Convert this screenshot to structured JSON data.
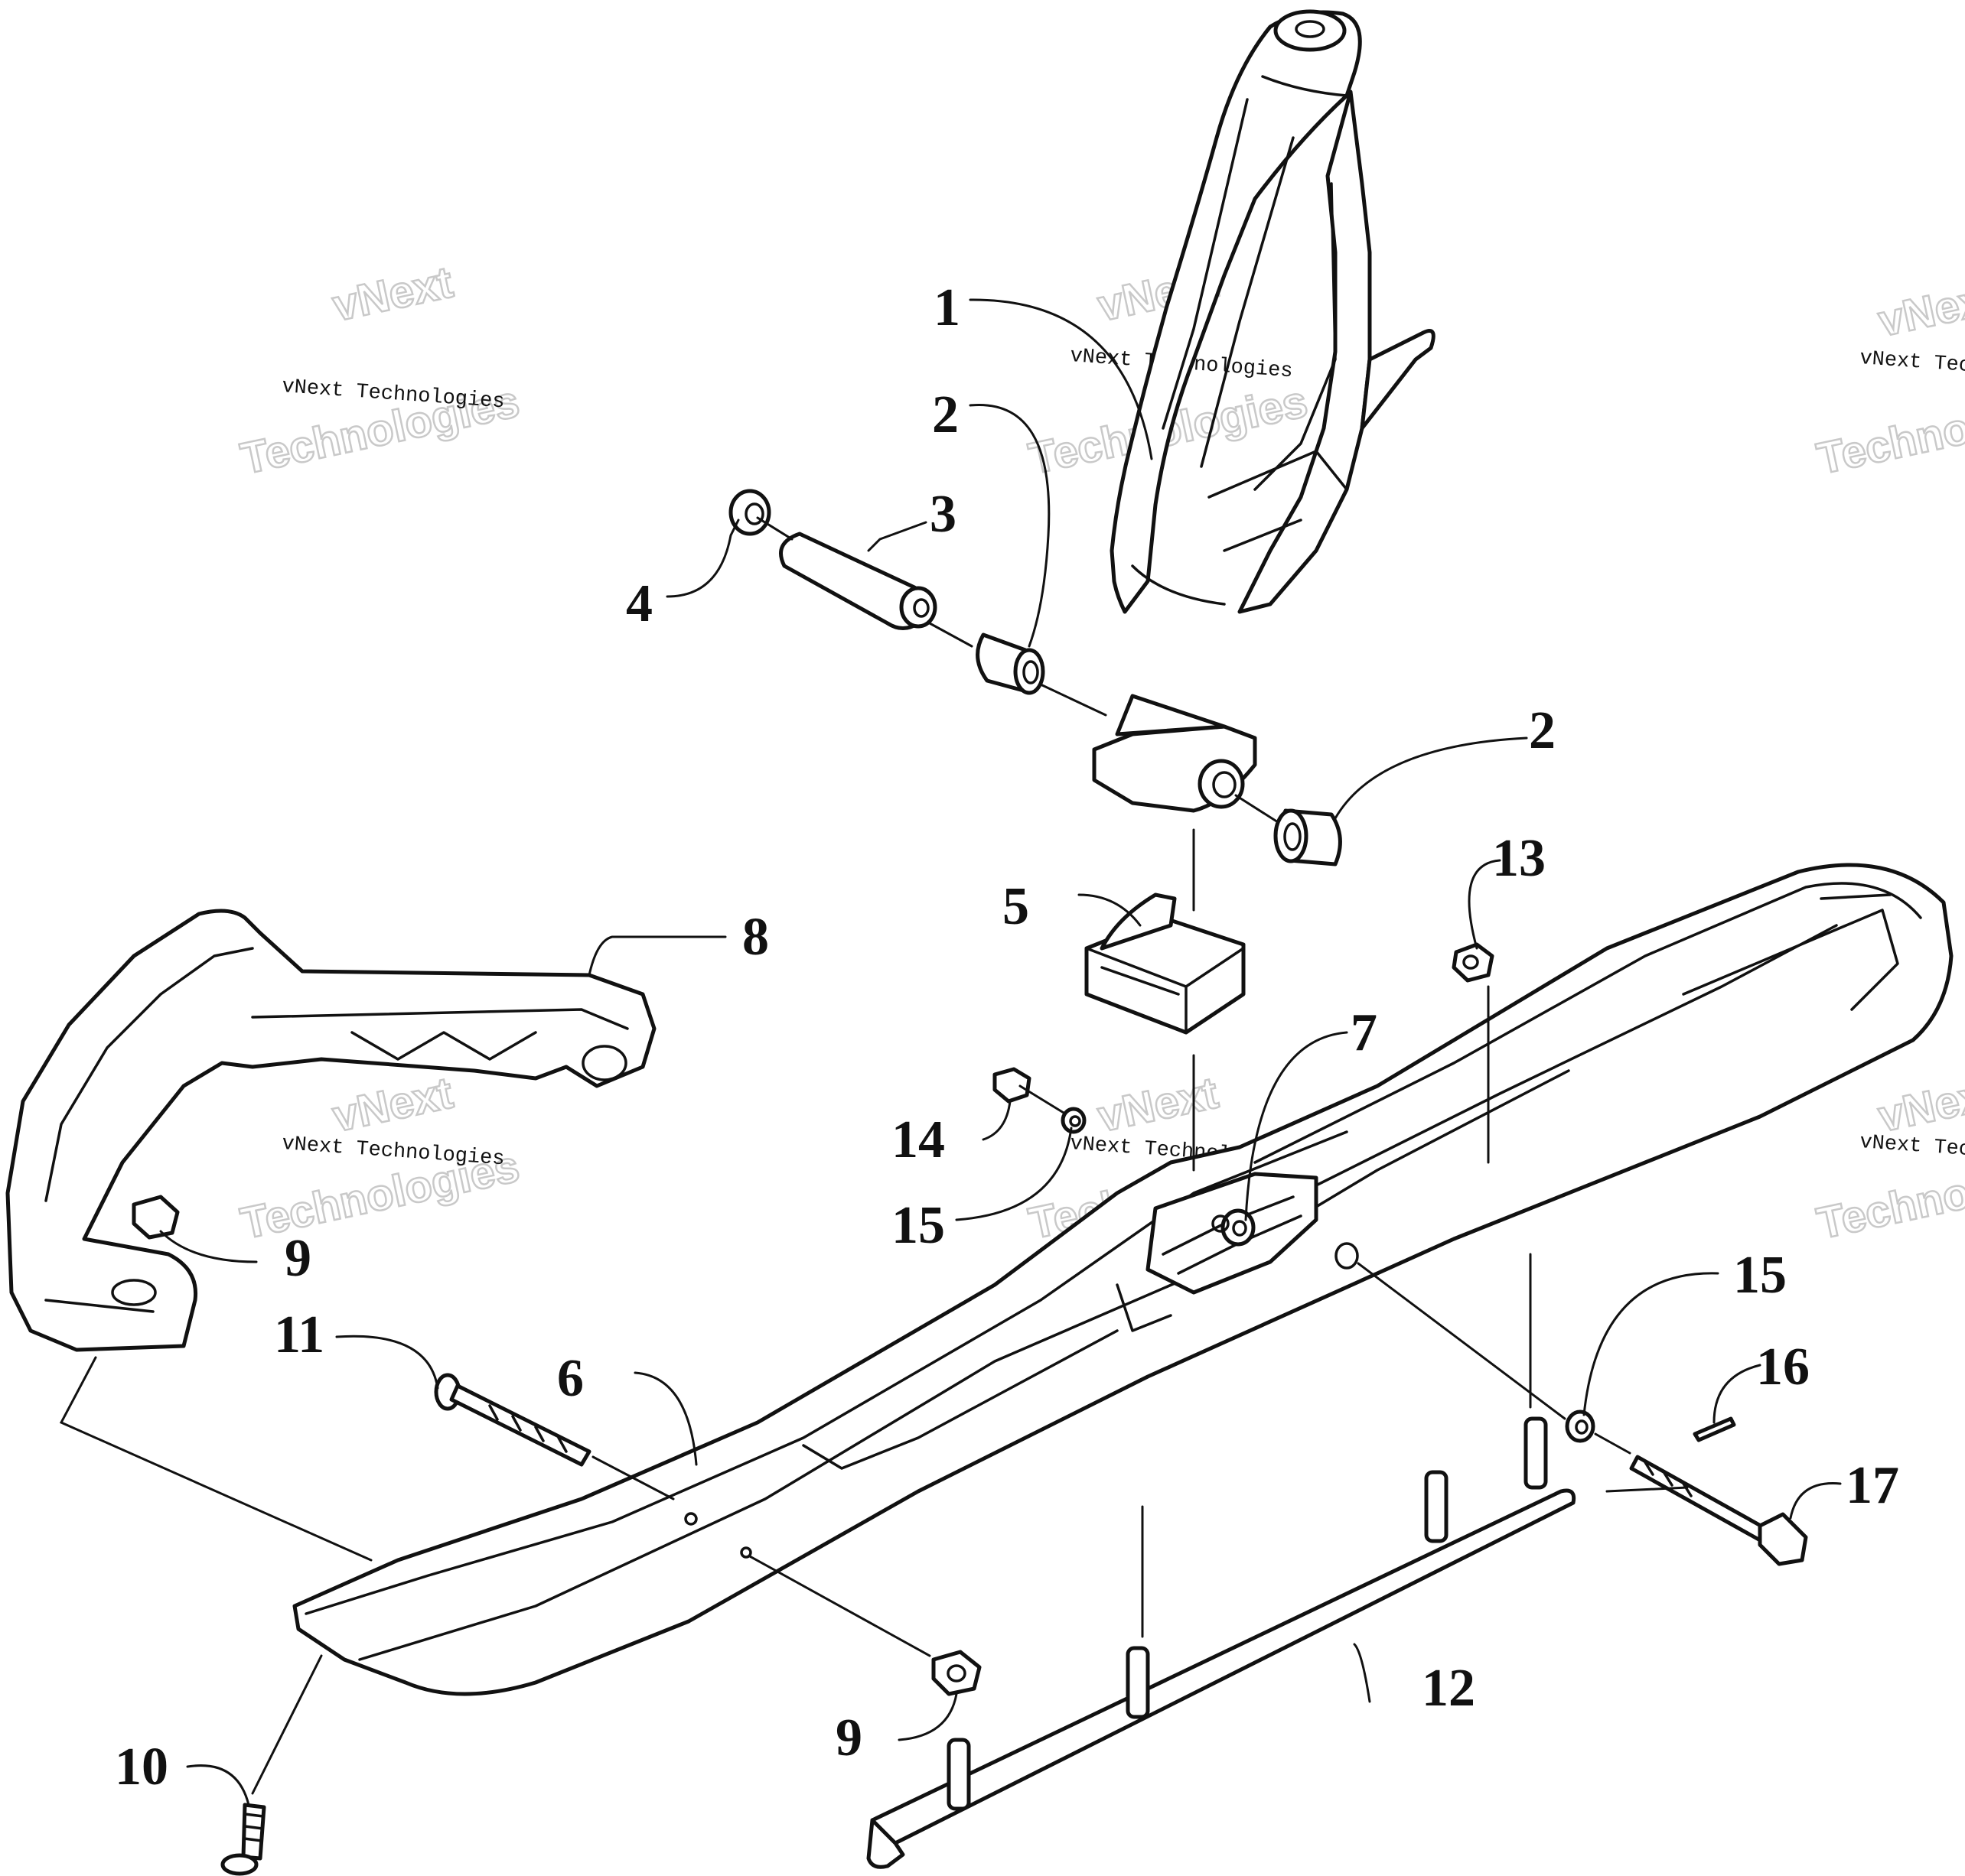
{
  "watermark": {
    "line1": "vNext Technologies",
    "overlay_top": "vNext",
    "overlay_bottom": "Technologies",
    "color": "#c9c9c9"
  },
  "callouts": {
    "c1": "1",
    "c2a": "2",
    "c2b": "2",
    "c3": "3",
    "c4": "4",
    "c5": "5",
    "c6": "6",
    "c7": "7",
    "c8": "8",
    "c9a": "9",
    "c9b": "9",
    "c10": "10",
    "c11": "11",
    "c12": "12",
    "c13": "13",
    "c14": "14",
    "c15a": "15",
    "c15b": "15",
    "c16": "16",
    "c17": "17"
  },
  "colors": {
    "line": "#111111",
    "background": "#ffffff"
  }
}
